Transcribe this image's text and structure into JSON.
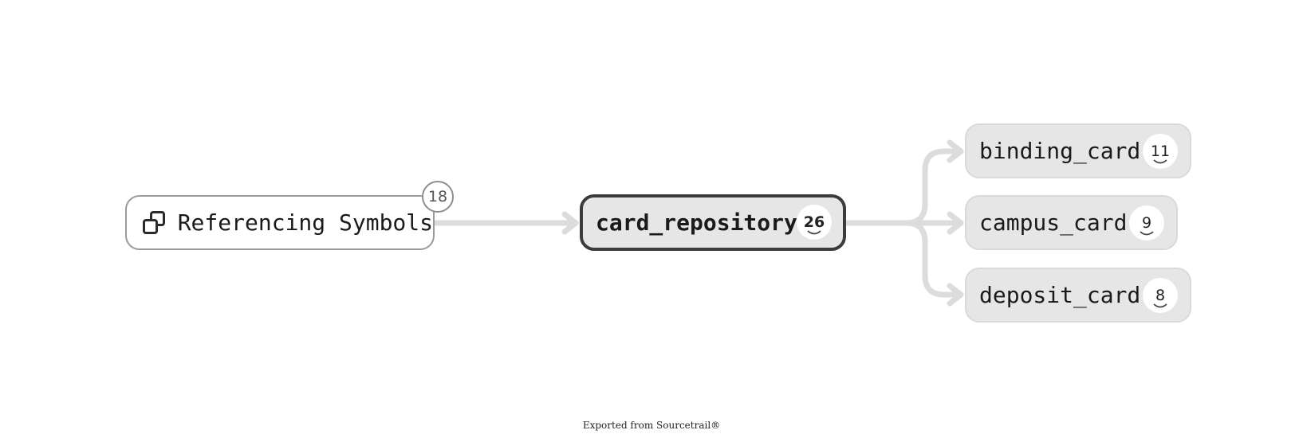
{
  "graph": {
    "group_node": {
      "label": "Referencing Symbols",
      "icon": "group-icon",
      "count": "18"
    },
    "center_node": {
      "label": "card_repository",
      "count": "26",
      "expand_icon": "chevron-down-icon"
    },
    "members": [
      {
        "label": "binding_card",
        "count": "11"
      },
      {
        "label": "campus_card",
        "count": "9"
      },
      {
        "label": "deposit_card",
        "count": "8"
      }
    ]
  },
  "colors": {
    "edge": "#dcdcdc",
    "node_fill": "#e6e6e6",
    "active_border": "#3c3c3c"
  },
  "footer": {
    "text": "Exported from Sourcetrail®"
  }
}
